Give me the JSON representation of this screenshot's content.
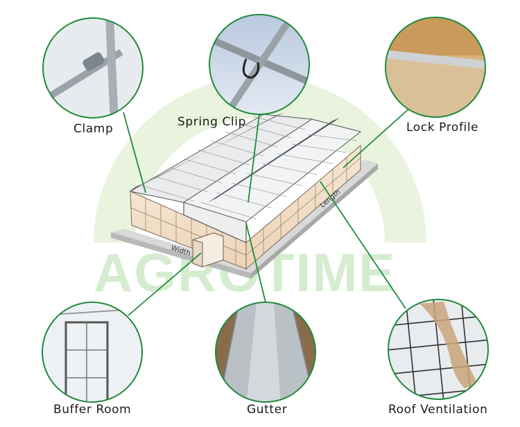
{
  "watermark": {
    "text": "AGROTIME",
    "color": "#cfe8c6"
  },
  "greenhouse": {
    "width_label": "Width",
    "length_label": "Length"
  },
  "callouts": {
    "clamp": "Clamp",
    "spring_clip": "Spring Clip",
    "lock_profile": "Lock Profile",
    "buffer_room": "Buffer Room",
    "gutter": "Gutter",
    "roof_ventilation": "Roof Ventilation"
  },
  "colors": {
    "callout_line": "#1e8a3c",
    "circle_border": "#1e8a3c",
    "arc": "#e6f2d8"
  }
}
